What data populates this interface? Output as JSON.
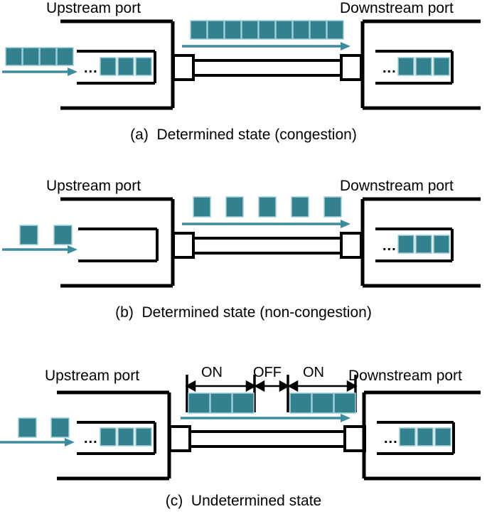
{
  "figure": {
    "title": "Determined and undetermined states of an upstream-downstream port link",
    "colors": {
      "packet_fill": "#33808f",
      "packet_stroke": "#9ecfd8",
      "arrow": "#3c8ca0",
      "outline": "#000000",
      "background": "#ffffff"
    },
    "labels": {
      "upstream_port": "Upstream port",
      "downstream_port": "Downstream port",
      "ellipsis": "...",
      "on": "ON",
      "off": "OFF"
    }
  },
  "panels": [
    {
      "id": "a",
      "caption": "(a)  Determined state (congestion)",
      "upstream_port_label": "Upstream port",
      "downstream_port_label": "Downstream port",
      "incoming_packets": 4,
      "incoming_spacing": "contiguous",
      "upstream_buffer_packets": 3,
      "upstream_buffer_ellipsis": "...",
      "link_packets": 9,
      "link_spacing": "contiguous",
      "downstream_buffer_packets": 3,
      "downstream_buffer_ellipsis": "...",
      "burst_annotation": false
    },
    {
      "id": "b",
      "caption": "(b)  Determined state (non-congestion)",
      "upstream_port_label": "Upstream port",
      "downstream_port_label": "Downstream port",
      "incoming_packets": 2,
      "incoming_spacing": "spaced",
      "upstream_buffer_packets": 0,
      "upstream_buffer_ellipsis": "",
      "link_packets": 5,
      "link_spacing": "spaced",
      "downstream_buffer_packets": 3,
      "downstream_buffer_ellipsis": "...",
      "burst_annotation": false
    },
    {
      "id": "c",
      "caption": "(c)  Undetermined state",
      "upstream_port_label": "Upstream port",
      "downstream_port_label": "Downstream port",
      "incoming_packets": 2,
      "incoming_spacing": "spaced",
      "upstream_buffer_packets": 3,
      "upstream_buffer_ellipsis": "...",
      "link_packets": 6,
      "link_spacing": "bursts",
      "link_bursts": [
        3,
        3
      ],
      "downstream_buffer_packets": 3,
      "downstream_buffer_ellipsis": "...",
      "burst_annotation": true,
      "burst_segments": [
        {
          "label": "ON"
        },
        {
          "label": "OFF"
        },
        {
          "label": "ON"
        }
      ]
    }
  ]
}
